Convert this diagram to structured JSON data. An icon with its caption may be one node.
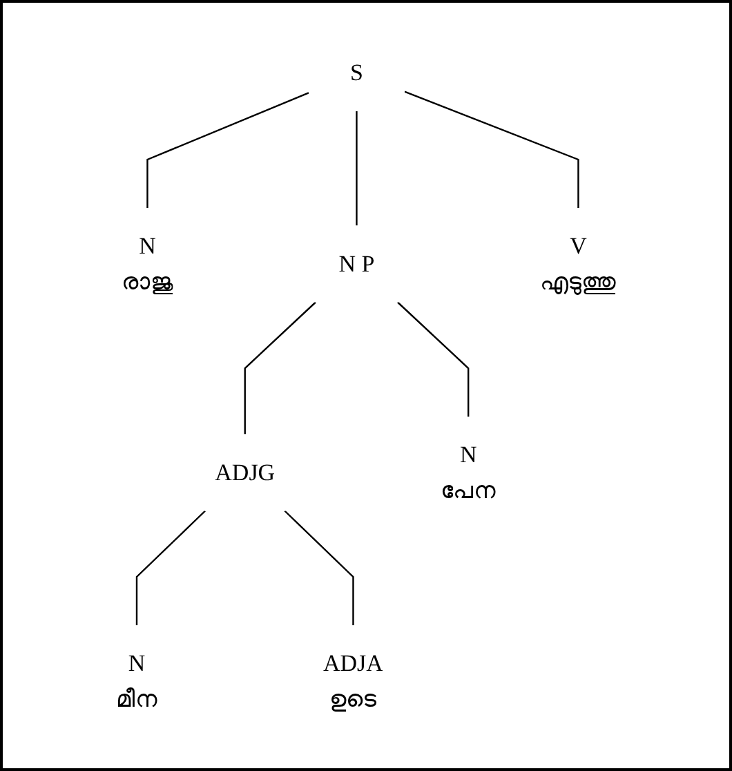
{
  "diagram": {
    "nodes": [
      {
        "text": [
          "S"
        ]
      },
      {
        "text": [
          "N",
          "രാജു"
        ]
      },
      {
        "text": [
          "N P"
        ]
      },
      {
        "text": [
          "V",
          "എടുത്തു"
        ]
      },
      {
        "text": [
          "ADJG"
        ]
      },
      {
        "text": [
          "N",
          "പേന"
        ]
      },
      {
        "text": [
          "N",
          "മീന"
        ]
      },
      {
        "text": [
          "ADJA",
          "ഉടെ"
        ]
      }
    ],
    "edges": [
      {
        "from": 0,
        "to": 1,
        "arrow": "none"
      },
      {
        "from": 0,
        "to": 2,
        "arrow": "none"
      },
      {
        "from": 0,
        "to": 3,
        "arrow": "none"
      },
      {
        "from": 2,
        "to": 4,
        "arrow": "none"
      },
      {
        "from": 2,
        "to": 5,
        "arrow": "none"
      },
      {
        "from": 4,
        "to": 6,
        "arrow": "none"
      },
      {
        "from": 4,
        "to": 7,
        "arrow": "none"
      }
    ]
  }
}
